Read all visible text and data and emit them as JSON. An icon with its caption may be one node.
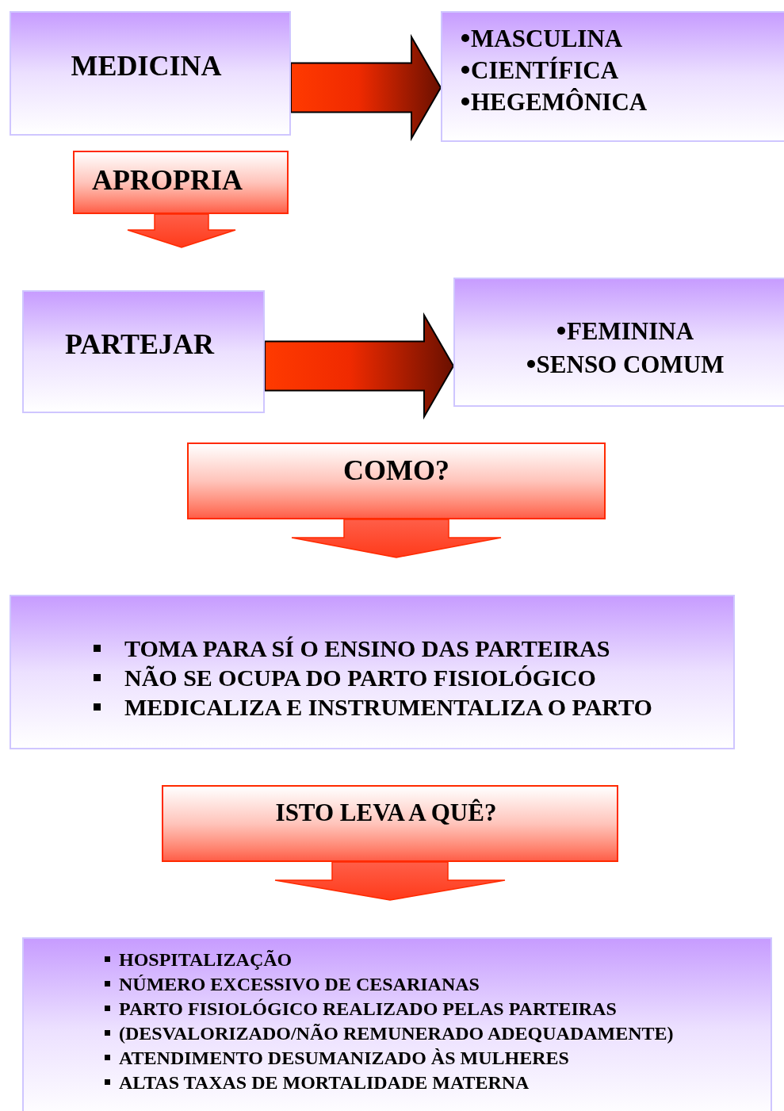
{
  "diagram": {
    "nodes": [
      {
        "text": [
          "MEDICINA"
        ]
      },
      {
        "text": [
          "MASCULINA",
          "CIENTÍFICA",
          "HEGEMÔNICA"
        ]
      },
      {
        "text": [
          "APROPRIA"
        ]
      },
      {
        "text": [
          "PARTEJAR"
        ]
      },
      {
        "text": [
          "FEMININA",
          "SENSO COMUM"
        ]
      },
      {
        "text": [
          "COMO?"
        ]
      },
      {
        "text": [
          "TOMA PARA SÍ O ENSINO DAS PARTEIRAS",
          "NÃO SE OCUPA DO PARTO FISIOLÓGICO",
          "MEDICALIZA E INSTRUMENTALIZA O PARTO"
        ]
      },
      {
        "text": [
          "ISTO LEVA A QUÊ?"
        ]
      },
      {
        "text": [
          "HOSPITALIZAÇÃO",
          "NÚMERO EXCESSIVO DE CESARIANAS",
          "PARTO FISIOLÓGICO REALIZADO PELAS PARTEIRAS",
          "(DESVALORIZADO/NÃO REMUNERADO ADEQUADAMENTE)",
          "ATENDIMENTO DESUMANIZADO ÀS MULHERES",
          "ALTAS TAXAS DE MORTALIDADE MATERNA"
        ]
      }
    ],
    "edges": [
      {
        "from": 0,
        "to": 1,
        "arrow": "to"
      },
      {
        "from": 2,
        "to": null,
        "arrow": "to"
      },
      {
        "from": 3,
        "to": 4,
        "arrow": "to"
      },
      {
        "from": 5,
        "to": null,
        "arrow": "to"
      },
      {
        "from": 7,
        "to": null,
        "arrow": "to"
      }
    ]
  }
}
